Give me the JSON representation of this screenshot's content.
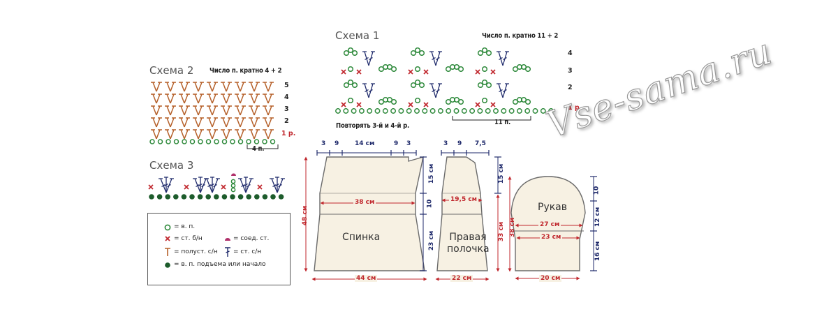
{
  "scheme1": {
    "title": "Схема 1",
    "multiple": "Число п. кратно 11 + 2",
    "rows": [
      "4",
      "3",
      "2",
      "1 р."
    ],
    "repeat_note": "Повторять 3-й и 4-й р.",
    "repeat_span": "11 п."
  },
  "scheme2": {
    "title": "Схема 2",
    "multiple": "Число п. кратно 4 + 2",
    "rows": [
      "5",
      "4",
      "3",
      "2",
      "1 р."
    ],
    "repeat_span": "4 п."
  },
  "scheme3": {
    "title": "Схема 3"
  },
  "legend": {
    "chain": "= в. п.",
    "sc": "= ст. б/н",
    "slip": "= соед. ст.",
    "hdc": "= полуст. с/н",
    "dc": "= ст. с/н",
    "turning": "= в. п. подъема или начало"
  },
  "back": {
    "label": "Спинка",
    "top_dims": [
      "3",
      "9",
      "14 см",
      "9",
      "3"
    ],
    "width_chest": "38 см",
    "width_bottom": "44 см",
    "height_total": "48 см",
    "h_armhole": "15 см",
    "h_middle": "10",
    "h_bottom": "23 см"
  },
  "front": {
    "label_line1": "Правая",
    "label_line2": "полочка",
    "top_dims": [
      "3",
      "9",
      "7,5"
    ],
    "width_chest": "19,5 см",
    "width_bottom": "22 см",
    "height_total": "33 см",
    "h_armhole": "15 см"
  },
  "sleeve": {
    "label": "Рукав",
    "width_upper": "27 см",
    "width_lower": "23 см",
    "width_bottom": "20 см",
    "height_total": "38 см",
    "h_top": "10",
    "h_middle": "12 см",
    "h_bottom": "16 см"
  },
  "watermark": "Vse-sama.ru",
  "colors": {
    "red": "#c0272d",
    "blue": "#1f2a6b",
    "chain": "#2f8a3c",
    "piece_fill": "#f7f1e3",
    "piece_stroke": "#6b6b6b"
  }
}
